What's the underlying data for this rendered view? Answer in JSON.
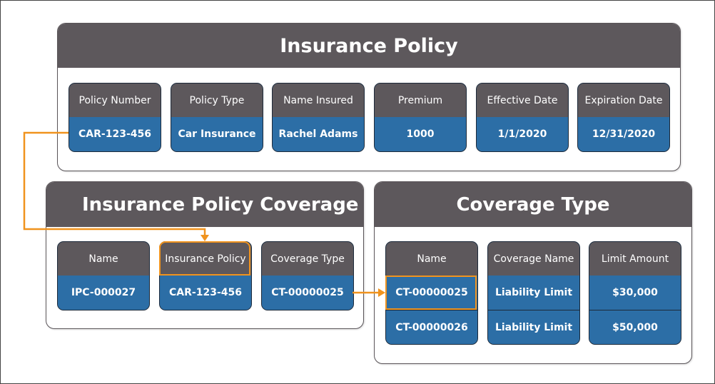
{
  "colors": {
    "header": "#5d585c",
    "value": "#2c6ea6",
    "accent": "#f0931e",
    "border": "#1d2a3a"
  },
  "insurance_policy": {
    "title": "Insurance Policy",
    "fields": [
      {
        "label": "Policy Number",
        "value": "CAR-123-456"
      },
      {
        "label": "Policy Type",
        "value": "Car Insurance"
      },
      {
        "label": "Name Insured",
        "value": "Rachel Adams"
      },
      {
        "label": "Premium",
        "value": "1000"
      },
      {
        "label": "Effective Date",
        "value": "1/1/2020"
      },
      {
        "label": "Expiration Date",
        "value": "12/31/2020"
      }
    ]
  },
  "policy_coverage": {
    "title": "Insurance Policy Coverage",
    "fields": [
      {
        "label": "Name",
        "value": "IPC-000027"
      },
      {
        "label": "Insurance Policy",
        "value": "CAR-123-456"
      },
      {
        "label": "Coverage Type",
        "value": "CT-00000025"
      }
    ]
  },
  "coverage_type": {
    "title": "Coverage Type",
    "fields": [
      {
        "label": "Name",
        "values": [
          "CT-00000025",
          "CT-00000026"
        ]
      },
      {
        "label": "Coverage Name",
        "values": [
          "Liability Limit",
          "Liability Limit"
        ]
      },
      {
        "label": "Limit Amount",
        "values": [
          "$30,000",
          "$50,000"
        ]
      }
    ]
  }
}
